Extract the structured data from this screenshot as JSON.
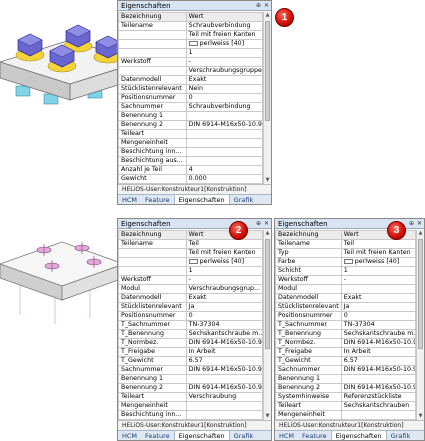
{
  "badges": [
    "1",
    "2",
    "3"
  ],
  "colors": {
    "title_bar": "#d9e4f2",
    "badge": "#d4110a",
    "tab_text": "#1c3e78"
  },
  "panel1": {
    "title": "Eigenschaften",
    "header": [
      "Bezeichnung",
      "Wert"
    ],
    "rows": [
      [
        "Teilename",
        "Schraubverbindung"
      ],
      [
        "",
        "Teil mit freien Kanten"
      ],
      [
        "",
        "perlweiss [40]"
      ],
      [
        "",
        "1"
      ],
      [
        "Werkstoff",
        "-"
      ],
      [
        "",
        "Verschraubungsgruppe..."
      ],
      [
        "Datenmodell",
        "Exakt"
      ],
      [
        "Stücklistenrelevant",
        "Nein"
      ],
      [
        "Positionsnummer",
        "0"
      ],
      [
        "Sachnummer",
        "Schraubverbindung"
      ],
      [
        "Benennung 1",
        ""
      ],
      [
        "Benennung 2",
        "DIN 6914-M16x50-10.9"
      ],
      [
        "Teileart",
        ""
      ],
      [
        "Mengeneinheit",
        ""
      ],
      [
        "Beschichtung inn...",
        ""
      ],
      [
        "Beschichtung aus...",
        ""
      ],
      [
        "Anzahl je Teil",
        "4"
      ],
      [
        "Gewicht",
        "0.000"
      ]
    ],
    "status": "HELiOS-User:Konstrukteur1[Konstruktion]",
    "tabs": [
      "HCM",
      "Feature",
      "Eigenschaften",
      "Grafik"
    ]
  },
  "panel2": {
    "title": "Eigenschaften",
    "header": [
      "Bezeichnung",
      "Wert"
    ],
    "rows": [
      [
        "Teilename",
        "Teil"
      ],
      [
        "",
        "Teil mit freien Kanten"
      ],
      [
        "",
        "perlweiss [40]"
      ],
      [
        "",
        "1"
      ],
      [
        "Werkstoff",
        "-"
      ],
      [
        "Modul",
        "Verschraubungsgrup..."
      ],
      [
        "Datenmodell",
        "Exakt"
      ],
      [
        "Stücklistenrelevant",
        "Ja"
      ],
      [
        "Positionsnummer",
        "0"
      ],
      [
        "T_Sachnummer",
        "TN-37304"
      ],
      [
        "T_Benennung",
        "Sechskantschraube m..."
      ],
      [
        "T_Normbez.",
        "DIN 6914-M16x50-10.9"
      ],
      [
        "T_Freigabe",
        "In Arbeit"
      ],
      [
        "T_Gewicht",
        "6.57"
      ],
      [
        "Sachnummer",
        "DIN 6914-M16x50-10.9"
      ],
      [
        "Benennung 1",
        ""
      ],
      [
        "Benennung 2",
        "DIN 6914-M16x50-10.9"
      ],
      [
        "Teileart",
        "Verschraubung"
      ],
      [
        "Mengeneinheit",
        ""
      ],
      [
        "Beschichtung inn...",
        ""
      ]
    ],
    "status": "HELiOS-User:Konstrukteur1[Konstruktion]",
    "tabs": [
      "HCM",
      "Feature",
      "Eigenschaften",
      "Grafik"
    ]
  },
  "panel3": {
    "title": "Eigenschaften",
    "header": [
      "Bezeichnung",
      "Wert"
    ],
    "rows": [
      [
        "Teilename",
        "Teil"
      ],
      [
        "Typ",
        "Teil mit freien Kanten"
      ],
      [
        "Farbe",
        "perlweiss [40]"
      ],
      [
        "Schicht",
        "1"
      ],
      [
        "Werkstoff",
        "-"
      ],
      [
        "Modul",
        ""
      ],
      [
        "Datenmodell",
        "Exakt"
      ],
      [
        "Stücklistenrelevant",
        "Ja"
      ],
      [
        "Positionsnummer",
        "0"
      ],
      [
        "T_Sachnummer",
        "TN-37304"
      ],
      [
        "T_Benennung",
        "Sechskantschraube m..."
      ],
      [
        "T_Normbez.",
        "DIN 6914-M16x50-10.9"
      ],
      [
        "T_Freigabe",
        "In Arbeit"
      ],
      [
        "T_Gewicht",
        "6.57"
      ],
      [
        "Sachnummer",
        "DIN 6914-M16x50-10.9"
      ],
      [
        "Benennung 1",
        ""
      ],
      [
        "Benennung 2",
        "DIN 6914-M16x50-10.9"
      ],
      [
        "Systemhinweise",
        "Referenzstückliste"
      ],
      [
        "Teileart",
        "Sechskantschrauben"
      ],
      [
        "Mengeneinheit",
        ""
      ]
    ],
    "status": "HELiOS-User:Konstrukteur1[Konstruktion]",
    "tabs": [
      "HCM",
      "Feature",
      "Eigenschaften",
      "Grafik"
    ]
  }
}
